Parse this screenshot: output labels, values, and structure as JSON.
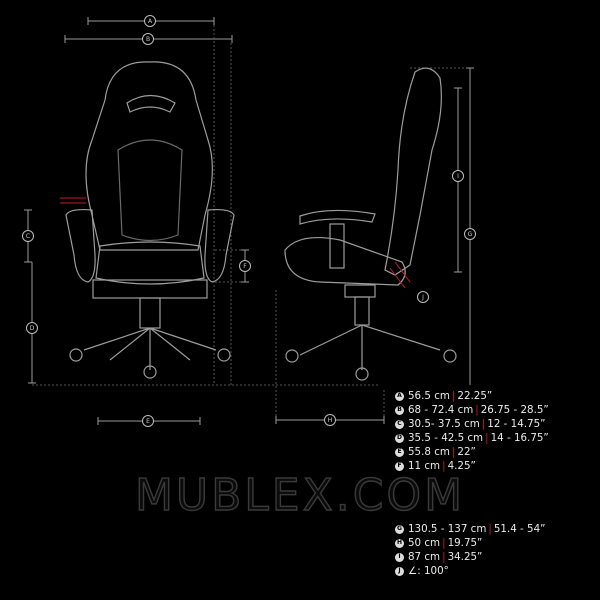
{
  "watermark": "MUBLEX.COM",
  "dimension_labels": [
    "A",
    "B",
    "C",
    "D",
    "E",
    "F",
    "G",
    "H",
    "I",
    "J"
  ],
  "specs_group1": [
    {
      "letter": "A",
      "metric": "56.5 cm",
      "imperial": "22.25”"
    },
    {
      "letter": "B",
      "metric": "68 - 72.4 cm",
      "imperial": "26.75 - 28.5”"
    },
    {
      "letter": "C",
      "metric": "30.5- 37.5 cm",
      "imperial": "12 - 14.75”"
    },
    {
      "letter": "D",
      "metric": "35.5 - 42.5 cm",
      "imperial": "14 - 16.75”"
    },
    {
      "letter": "E",
      "metric": "55.8 cm",
      "imperial": "22”"
    },
    {
      "letter": "F",
      "metric": "11 cm",
      "imperial": "4.25”"
    }
  ],
  "specs_group2": [
    {
      "letter": "G",
      "metric": "130.5 - 137 cm",
      "imperial": "51.4 - 54”"
    },
    {
      "letter": "H",
      "metric": "50 cm",
      "imperial": "19.75”"
    },
    {
      "letter": "I",
      "metric": "87 cm",
      "imperial": "34.25”"
    },
    {
      "letter": "J",
      "metric": "∠: 100°",
      "imperial": ""
    }
  ],
  "colors": {
    "background": "#000000",
    "line": "#a8a8a8",
    "accent": "#c8192c",
    "text": "#eaeaea"
  }
}
